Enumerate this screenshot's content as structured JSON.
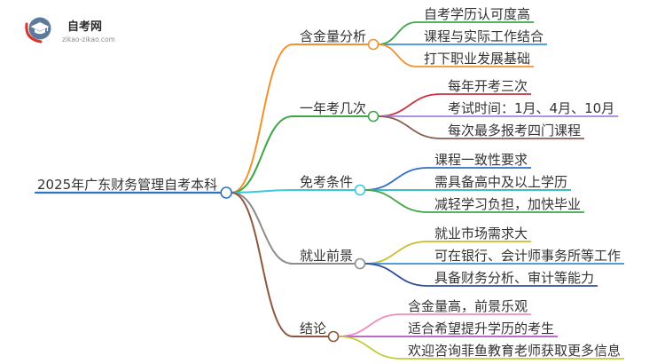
{
  "logo": {
    "name": "自考网",
    "domain_text": "zikao-zikao.com",
    "icon": "graduation-cap-icon"
  },
  "root": {
    "label": "2025年广东财务管理自考本科",
    "color": "#2f74c6"
  },
  "branches": [
    {
      "label": "含金量分析",
      "color": "#f2922e",
      "children": [
        {
          "label": "自考学历认可度高",
          "color": "#3fa649"
        },
        {
          "label": "课程与实际工作结合",
          "color": "#3a8fda"
        },
        {
          "label": "打下职业发展基础",
          "color": "#f2922e"
        }
      ]
    },
    {
      "label": "一年考几次",
      "color": "#3fa649",
      "children": [
        {
          "label": "每年开考三次",
          "color": "#c8333b"
        },
        {
          "label": "考试时间：1月、4月、10月",
          "color": "#a384d6"
        },
        {
          "label": "每次最多报考四门课程",
          "color": "#8c5c52"
        }
      ]
    },
    {
      "label": "免考条件",
      "color": "#3cc6dc",
      "children": [
        {
          "label": "课程一致性要求",
          "color": "#2f6fc2"
        },
        {
          "label": "需具备高中及以上学历",
          "color": "#20b6bf"
        },
        {
          "label": "减轻学习负担，加快毕业",
          "color": "#3fa649"
        }
      ]
    },
    {
      "label": "就业前景",
      "color": "#8d8d8d",
      "children": [
        {
          "label": "就业市场需求大",
          "color": "#cbbd2b"
        },
        {
          "label": "可在银行、会计师事务所等工作",
          "color": "#3a8fda"
        },
        {
          "label": "具备财务分析、审计等能力",
          "color": "#2c4c9c"
        }
      ]
    },
    {
      "label": "结论",
      "color": "#8c583d",
      "children": [
        {
          "label": "含金量高，前景乐观",
          "color": "#ee8dc0"
        },
        {
          "label": "适合希望提升学历的考生",
          "color": "#b357bf"
        },
        {
          "label": "欢迎咨询菲鱼教育老师获取更多信息",
          "color": "#c2cd38"
        }
      ]
    }
  ]
}
